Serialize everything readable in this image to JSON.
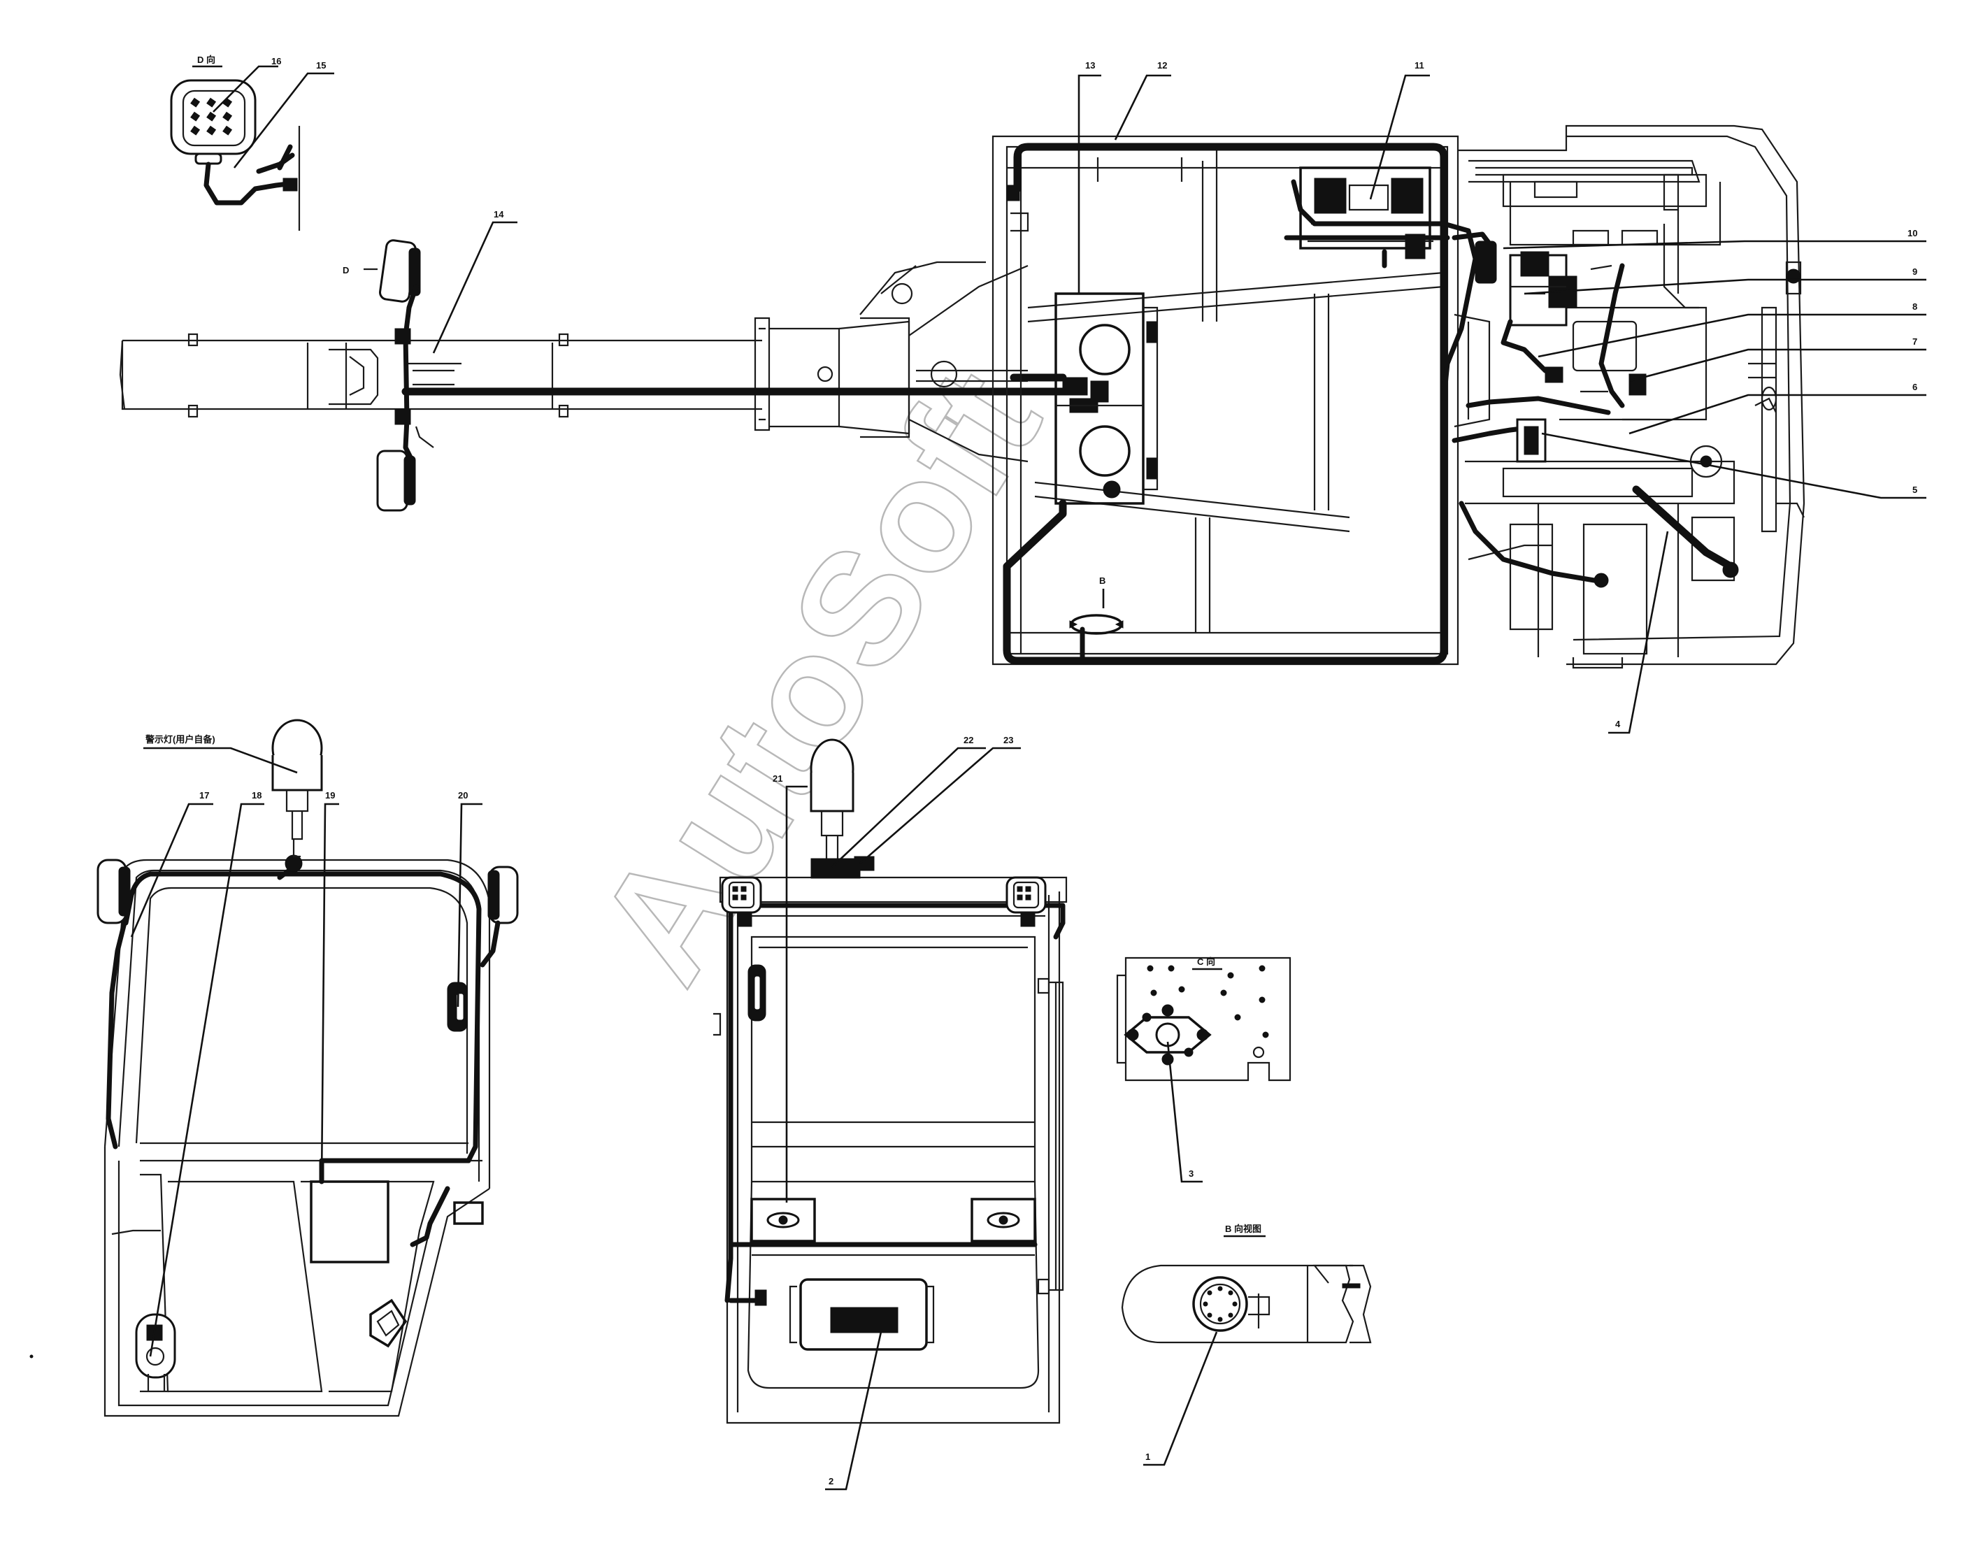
{
  "callouts": {
    "c1": "1",
    "c2": "2",
    "c3": "3",
    "c4": "4",
    "c5": "5",
    "c6": "6",
    "c7": "7",
    "c8": "8",
    "c9": "9",
    "c10": "10",
    "c11": "11",
    "c12": "12",
    "c13": "13",
    "c14": "14",
    "c15": "15",
    "c16": "16",
    "c17": "17",
    "c18": "18",
    "c19": "19",
    "c20": "20",
    "c21": "21",
    "c22": "22",
    "c23": "23"
  },
  "views": {
    "d_view": "D 向",
    "d_mark": "D",
    "b_mark": "B",
    "c_view": "C 向",
    "b_view": "B 向视图",
    "beacon": "警示灯(用户自备)"
  },
  "watermark": "AutoSoft",
  "colors": {
    "line": "#111111",
    "watermark": "#b8b8b8"
  }
}
